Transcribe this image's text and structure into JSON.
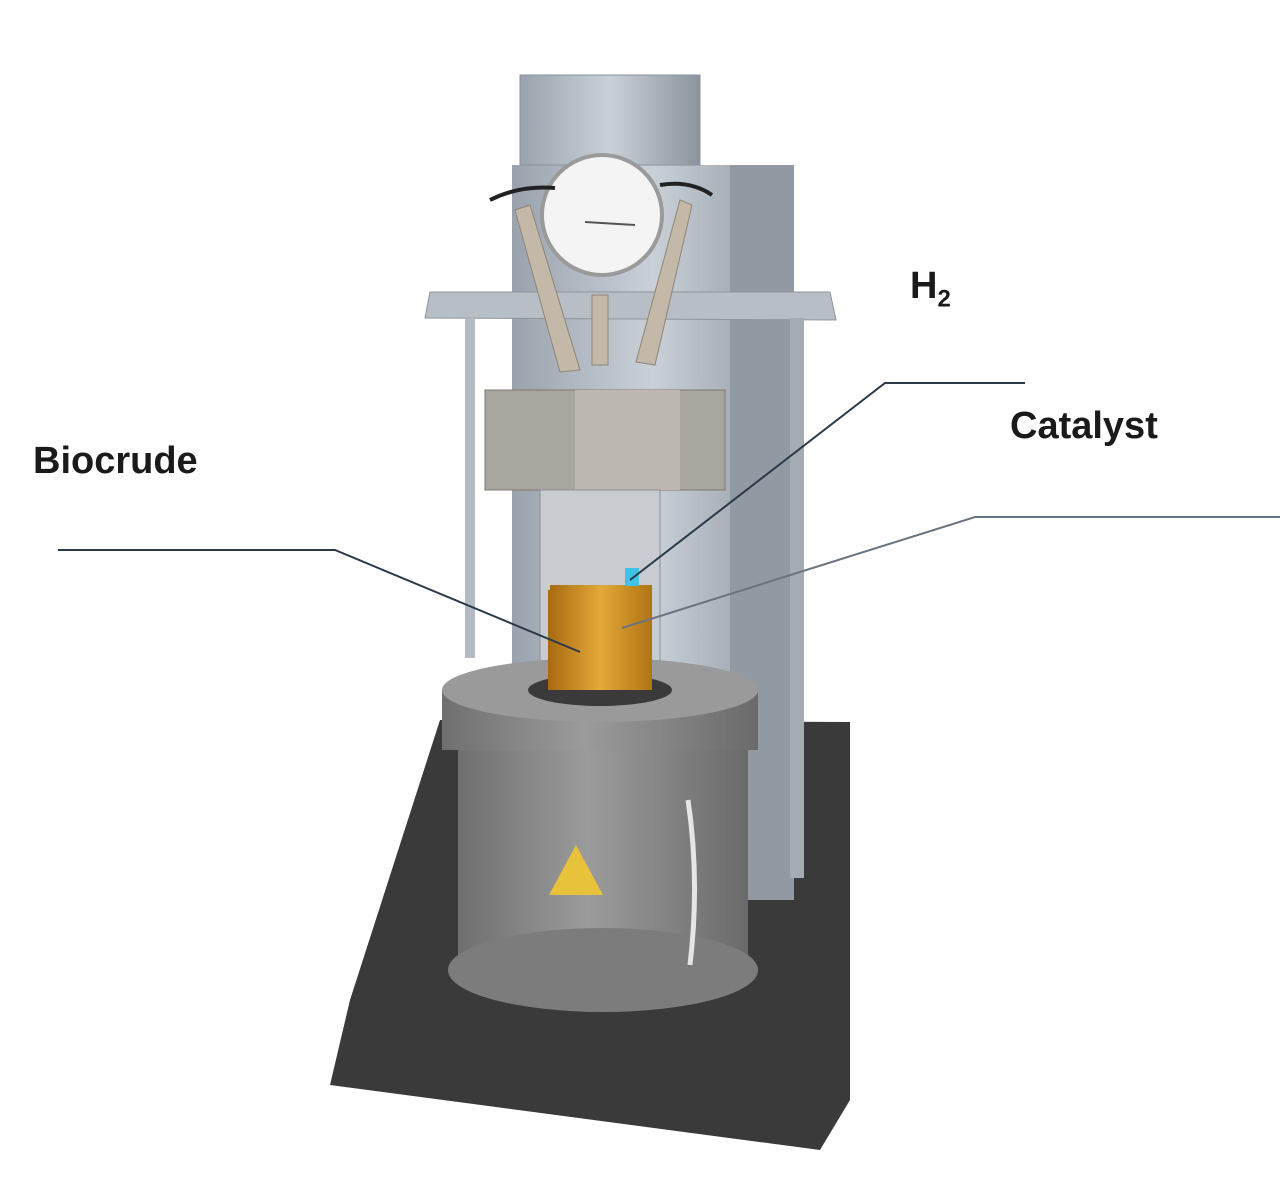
{
  "labels": {
    "hydrogen": "H",
    "hydrogen_subscript": "2",
    "catalyst": "Catalyst",
    "biocrude": "Biocrude"
  },
  "colors": {
    "biocrude": "#d99a2a",
    "warning": "#e8c23a",
    "base": "#3a3a3a",
    "body": "#8a8a8a"
  }
}
